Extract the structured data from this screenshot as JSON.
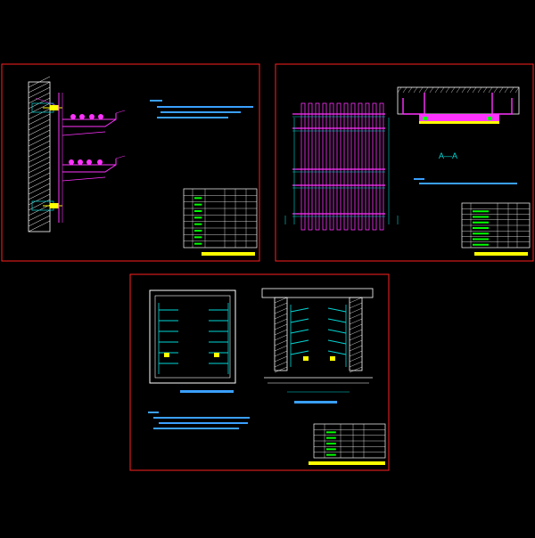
{
  "colors": {
    "background": "#000000",
    "frame": "#ff2020",
    "wall": "#ffffff",
    "bracket": "#ff33ff",
    "notes": "#3aa0ff",
    "table": "#ffffff",
    "table_text": "#00ff00",
    "caption": "#ffff00",
    "dim": "#00d8d8",
    "cable": "#ffff00"
  },
  "panels": [
    {
      "name": "wall-bracket-elevation-sheet",
      "icon": "cad-drawing-icon"
    },
    {
      "name": "ceiling-bracket-elevation-sheet",
      "icon": "cad-drawing-icon"
    },
    {
      "name": "cable-trench-section-sheet",
      "icon": "cad-drawing-icon"
    }
  ],
  "section_label": "A—A"
}
